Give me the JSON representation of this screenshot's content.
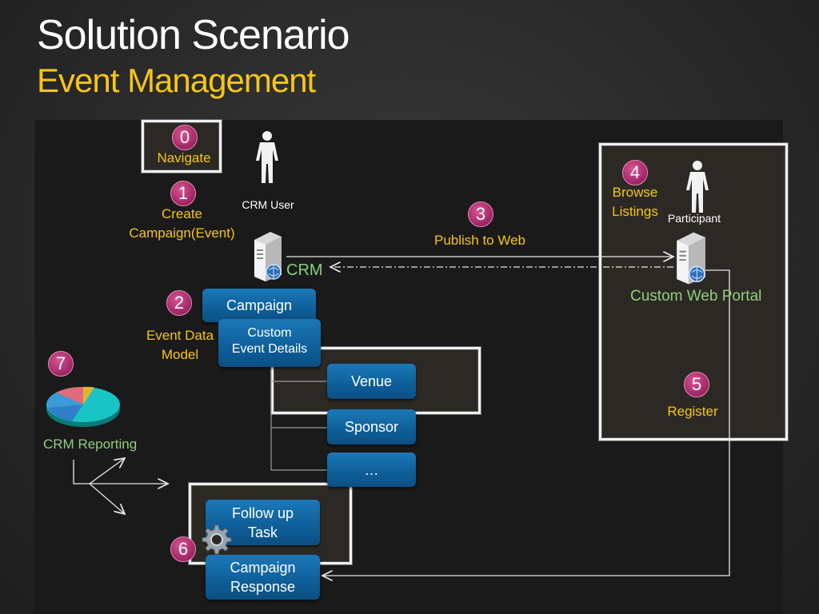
{
  "title": "Solution Scenario",
  "subtitle": "Event Management",
  "steps": {
    "s0": {
      "num": "0",
      "label": "Navigate"
    },
    "s1": {
      "num": "1",
      "label_line1": "Create",
      "label_line2": "Campaign(Event)"
    },
    "s2": {
      "num": "2",
      "label_line1": "Event Data",
      "label_line2": "Model"
    },
    "s3": {
      "num": "3",
      "label": "Publish to Web"
    },
    "s4": {
      "num": "4",
      "label_line1": "Browse",
      "label_line2": "Listings"
    },
    "s5": {
      "num": "5",
      "label": "Register"
    },
    "s6": {
      "num": "6"
    },
    "s7": {
      "num": "7",
      "label": "CRM Reporting"
    }
  },
  "actors": {
    "crm_user": "CRM User",
    "participant": "Participant"
  },
  "systems": {
    "crm": "CRM",
    "portal": "Custom Web Portal"
  },
  "entities": {
    "campaign": "Campaign",
    "custom_event_line1": "Custom",
    "custom_event_line2": "Event Details",
    "venue": "Venue",
    "sponsor": "Sponsor",
    "more": "…",
    "followup_line1": "Follow up",
    "followup_line2": "Task",
    "response_line1": "Campaign",
    "response_line2": "Response"
  },
  "colors": {
    "accent_yellow": "#f5c518",
    "badge_magenta": "#a62a6a",
    "entity_blue": "#0e5e98",
    "system_green": "#8fce7d"
  }
}
